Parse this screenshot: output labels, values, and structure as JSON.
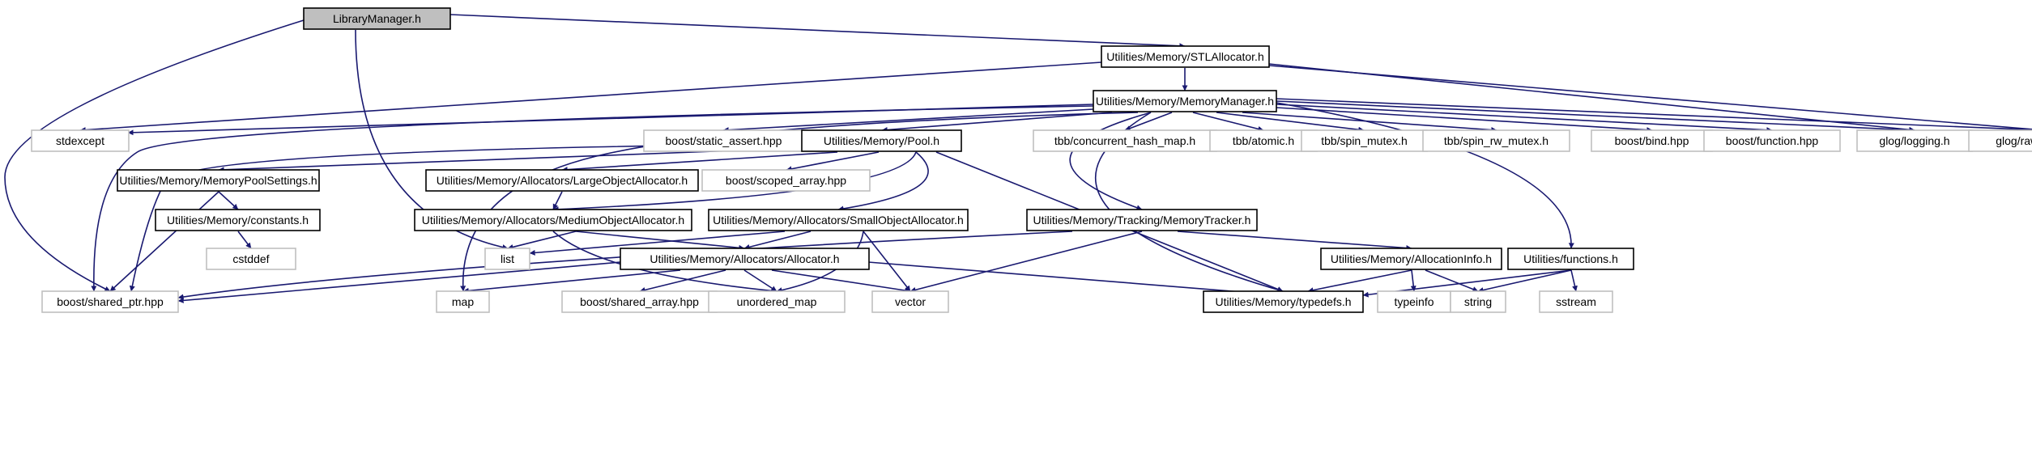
{
  "colors": {
    "background": "#ffffff",
    "edge": "#191970",
    "root_fill": "#bfbfbf",
    "root_border": "#000000",
    "documented_fill": "#ffffff",
    "documented_border": "#000000",
    "external_fill": "#ffffff",
    "external_border": "#bfbfbf",
    "text": "#000000"
  },
  "nodes": [
    {
      "id": "n_lm",
      "label": "LibraryManager.h",
      "kind": "root"
    },
    {
      "id": "n_stl",
      "label": "Utilities/Memory/STLAllocator.h",
      "kind": "documented"
    },
    {
      "id": "n_mm",
      "label": "Utilities/Memory/MemoryManager.h",
      "kind": "documented"
    },
    {
      "id": "n_stdexcept",
      "label": "stdexcept",
      "kind": "external"
    },
    {
      "id": "n_sassert",
      "label": "boost/static_assert.hpp",
      "kind": "external"
    },
    {
      "id": "n_pool",
      "label": "Utilities/Memory/Pool.h",
      "kind": "documented"
    },
    {
      "id": "n_chm",
      "label": "tbb/concurrent_hash_map.h",
      "kind": "external"
    },
    {
      "id": "n_atomic",
      "label": "tbb/atomic.h",
      "kind": "external"
    },
    {
      "id": "n_spin",
      "label": "tbb/spin_mutex.h",
      "kind": "external"
    },
    {
      "id": "n_spinrw",
      "label": "tbb/spin_rw_mutex.h",
      "kind": "external"
    },
    {
      "id": "n_bind",
      "label": "boost/bind.hpp",
      "kind": "external"
    },
    {
      "id": "n_func",
      "label": "boost/function.hpp",
      "kind": "external"
    },
    {
      "id": "n_glog",
      "label": "glog/logging.h",
      "kind": "external"
    },
    {
      "id": "n_graw",
      "label": "glog/raw_logging.h",
      "kind": "external"
    },
    {
      "id": "n_mps",
      "label": "Utilities/Memory/MemoryPoolSettings.h",
      "kind": "documented"
    },
    {
      "id": "n_loa",
      "label": "Utilities/Memory/Allocators/LargeObjectAllocator.h",
      "kind": "documented"
    },
    {
      "id": "n_scoped",
      "label": "boost/scoped_array.hpp",
      "kind": "external"
    },
    {
      "id": "n_const",
      "label": "Utilities/Memory/constants.h",
      "kind": "documented"
    },
    {
      "id": "n_cstddef",
      "label": "cstddef",
      "kind": "external"
    },
    {
      "id": "n_moa",
      "label": "Utilities/Memory/Allocators/MediumObjectAllocator.h",
      "kind": "documented"
    },
    {
      "id": "n_soa",
      "label": "Utilities/Memory/Allocators/SmallObjectAllocator.h",
      "kind": "documented"
    },
    {
      "id": "n_mt",
      "label": "Utilities/Memory/Tracking/MemoryTracker.h",
      "kind": "documented"
    },
    {
      "id": "n_list",
      "label": "list",
      "kind": "external"
    },
    {
      "id": "n_alloc",
      "label": "Utilities/Memory/Allocators/Allocator.h",
      "kind": "documented"
    },
    {
      "id": "n_ainfo",
      "label": "Utilities/Memory/AllocationInfo.h",
      "kind": "documented"
    },
    {
      "id": "n_ufunc",
      "label": "Utilities/functions.h",
      "kind": "documented"
    },
    {
      "id": "n_sptr",
      "label": "boost/shared_ptr.hpp",
      "kind": "external"
    },
    {
      "id": "n_map",
      "label": "map",
      "kind": "external"
    },
    {
      "id": "n_sarr",
      "label": "boost/shared_array.hpp",
      "kind": "external"
    },
    {
      "id": "n_umap",
      "label": "unordered_map",
      "kind": "external"
    },
    {
      "id": "n_vector",
      "label": "vector",
      "kind": "external"
    },
    {
      "id": "n_typedefs",
      "label": "Utilities/Memory/typedefs.h",
      "kind": "documented"
    },
    {
      "id": "n_typeinfo",
      "label": "typeinfo",
      "kind": "external"
    },
    {
      "id": "n_string",
      "label": "string",
      "kind": "external"
    },
    {
      "id": "n_sstream",
      "label": "sstream",
      "kind": "external"
    }
  ],
  "edges": [
    {
      "from": "n_lm",
      "to": "n_stl"
    },
    {
      "from": "n_lm",
      "to": "n_list"
    },
    {
      "from": "n_lm",
      "to": "n_sptr"
    },
    {
      "from": "n_stl",
      "to": "n_mm"
    },
    {
      "from": "n_stl",
      "to": "n_stdexcept"
    },
    {
      "from": "n_stl",
      "to": "n_glog"
    },
    {
      "from": "n_stl",
      "to": "n_graw"
    },
    {
      "from": "n_mm",
      "to": "n_stdexcept"
    },
    {
      "from": "n_mm",
      "to": "n_sassert"
    },
    {
      "from": "n_mm",
      "to": "n_pool"
    },
    {
      "from": "n_mm",
      "to": "n_chm"
    },
    {
      "from": "n_mm",
      "to": "n_atomic"
    },
    {
      "from": "n_mm",
      "to": "n_spin"
    },
    {
      "from": "n_mm",
      "to": "n_spinrw"
    },
    {
      "from": "n_mm",
      "to": "n_bind"
    },
    {
      "from": "n_mm",
      "to": "n_func"
    },
    {
      "from": "n_mm",
      "to": "n_glog"
    },
    {
      "from": "n_mm",
      "to": "n_graw"
    },
    {
      "from": "n_mm",
      "to": "n_sptr"
    },
    {
      "from": "n_mm",
      "to": "n_map"
    },
    {
      "from": "n_mm",
      "to": "n_mt"
    },
    {
      "from": "n_mm",
      "to": "n_typedefs"
    },
    {
      "from": "n_mm",
      "to": "n_ufunc"
    },
    {
      "from": "n_pool",
      "to": "n_mps"
    },
    {
      "from": "n_pool",
      "to": "n_loa"
    },
    {
      "from": "n_pool",
      "to": "n_scoped"
    },
    {
      "from": "n_pool",
      "to": "n_moa"
    },
    {
      "from": "n_pool",
      "to": "n_soa"
    },
    {
      "from": "n_pool",
      "to": "n_sptr"
    },
    {
      "from": "n_pool",
      "to": "n_typedefs"
    },
    {
      "from": "n_mps",
      "to": "n_const"
    },
    {
      "from": "n_mps",
      "to": "n_sptr"
    },
    {
      "from": "n_const",
      "to": "n_cstddef"
    },
    {
      "from": "n_loa",
      "to": "n_moa"
    },
    {
      "from": "n_moa",
      "to": "n_list"
    },
    {
      "from": "n_moa",
      "to": "n_alloc"
    },
    {
      "from": "n_moa",
      "to": "n_umap"
    },
    {
      "from": "n_soa",
      "to": "n_list"
    },
    {
      "from": "n_soa",
      "to": "n_alloc"
    },
    {
      "from": "n_soa",
      "to": "n_umap"
    },
    {
      "from": "n_soa",
      "to": "n_vector"
    },
    {
      "from": "n_mt",
      "to": "n_sptr"
    },
    {
      "from": "n_mt",
      "to": "n_ainfo"
    },
    {
      "from": "n_mt",
      "to": "n_vector"
    },
    {
      "from": "n_alloc",
      "to": "n_sptr"
    },
    {
      "from": "n_alloc",
      "to": "n_map"
    },
    {
      "from": "n_alloc",
      "to": "n_sarr"
    },
    {
      "from": "n_alloc",
      "to": "n_umap"
    },
    {
      "from": "n_alloc",
      "to": "n_vector"
    },
    {
      "from": "n_alloc",
      "to": "n_typedefs"
    },
    {
      "from": "n_ainfo",
      "to": "n_typedefs"
    },
    {
      "from": "n_ainfo",
      "to": "n_typeinfo"
    },
    {
      "from": "n_ainfo",
      "to": "n_string"
    },
    {
      "from": "n_ufunc",
      "to": "n_typedefs"
    },
    {
      "from": "n_ufunc",
      "to": "n_string"
    },
    {
      "from": "n_ufunc",
      "to": "n_sstream"
    }
  ]
}
